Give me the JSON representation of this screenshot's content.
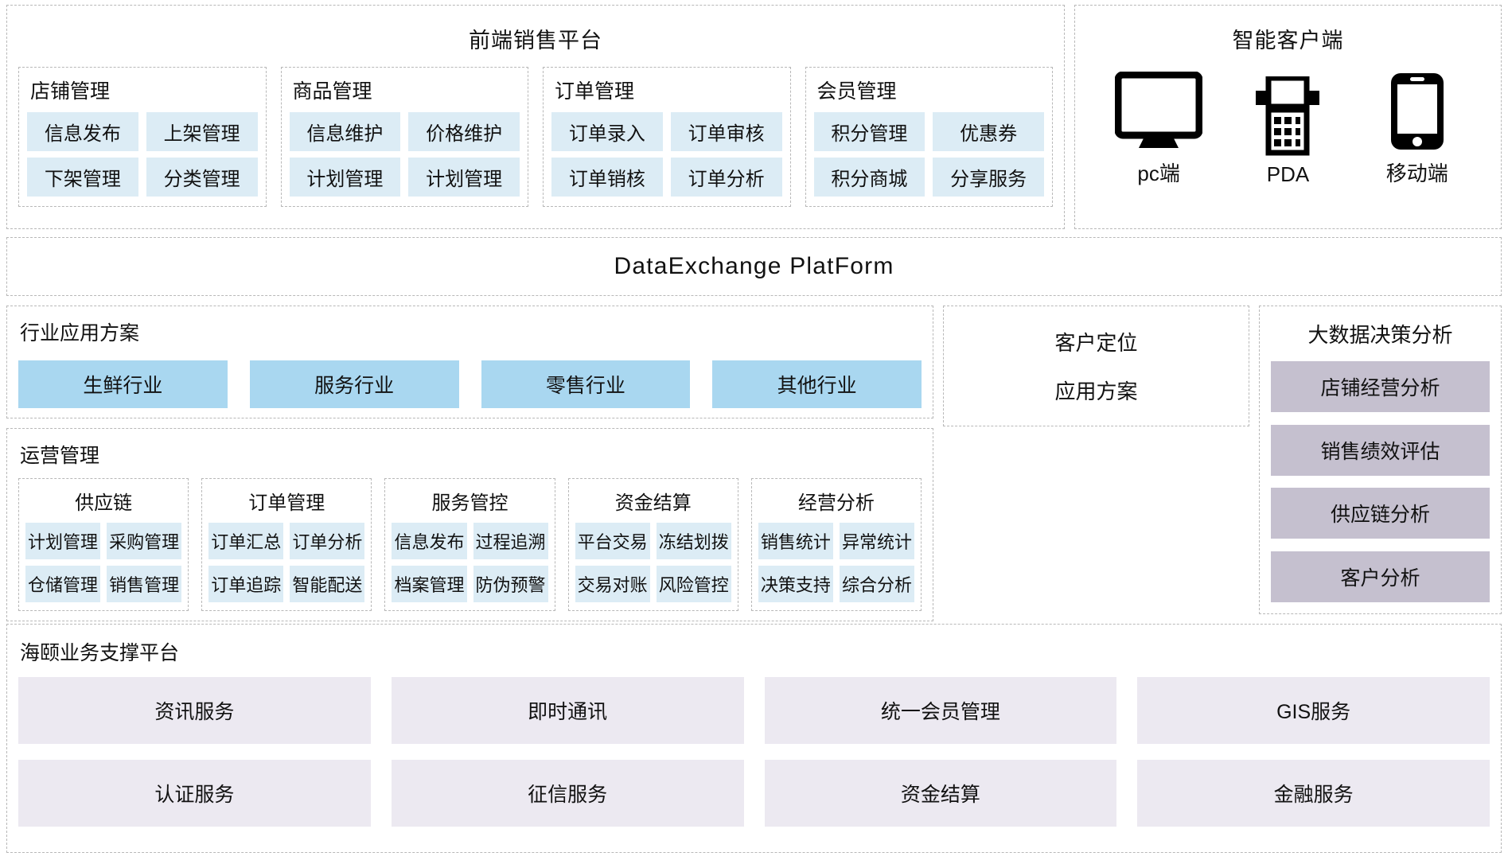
{
  "front_platform": {
    "title": "前端销售平台",
    "groups": [
      {
        "title": "店铺管理",
        "items": [
          "信息发布",
          "上架管理",
          "下架管理",
          "分类管理"
        ]
      },
      {
        "title": "商品管理",
        "items": [
          "信息维护",
          "价格维护",
          "计划管理",
          "计划管理"
        ]
      },
      {
        "title": "订单管理",
        "items": [
          "订单录入",
          "订单审核",
          "订单销核",
          "订单分析"
        ]
      },
      {
        "title": "会员管理",
        "items": [
          "积分管理",
          "优惠券",
          "积分商城",
          "分享服务"
        ]
      }
    ]
  },
  "smart_client": {
    "title": "智能客户端",
    "devices": [
      {
        "icon": "monitor-icon",
        "label": "pc端"
      },
      {
        "icon": "pda-icon",
        "label": "PDA"
      },
      {
        "icon": "mobile-phone-icon",
        "label": "移动端"
      }
    ]
  },
  "data_exchange": {
    "title": "DataExchange PlatForm"
  },
  "industry": {
    "title": "行业应用方案",
    "items": [
      "生鲜行业",
      "服务行业",
      "零售行业",
      "其他行业"
    ]
  },
  "customer_positioning": {
    "line1": "客户定位",
    "line2": "应用方案"
  },
  "big_data": {
    "title": "大数据决策分析",
    "items": [
      "店铺经营分析",
      "销售绩效评估",
      "供应链分析",
      "客户分析"
    ]
  },
  "operations": {
    "title": "运营管理",
    "groups": [
      {
        "title": "供应链",
        "items": [
          "计划管理",
          "采购管理",
          "仓储管理",
          "销售管理"
        ]
      },
      {
        "title": "订单管理",
        "items": [
          "订单汇总",
          "订单分析",
          "订单追踪",
          "智能配送"
        ]
      },
      {
        "title": "服务管控",
        "items": [
          "信息发布",
          "过程追溯",
          "档案管理",
          "防伪预警"
        ]
      },
      {
        "title": "资金结算",
        "items": [
          "平台交易",
          "冻结划拨",
          "交易对账",
          "风险管控"
        ]
      },
      {
        "title": "经营分析",
        "items": [
          "销售统计",
          "异常统计",
          "决策支持",
          "综合分析"
        ]
      }
    ]
  },
  "support_platform": {
    "title": "海颐业务支撑平台",
    "items": [
      "资讯服务",
      "即时通讯",
      "统一会员管理",
      "GIS服务",
      "认证服务",
      "征信服务",
      "资金结算",
      "金融服务"
    ]
  },
  "colors": {
    "chip_blue": "#dcecf5",
    "industry_blue": "#a9d7f0",
    "bigdata_purple": "#c5c0cf",
    "service_lavender": "#ece9f1",
    "border_gray": "#b8b8b8"
  }
}
